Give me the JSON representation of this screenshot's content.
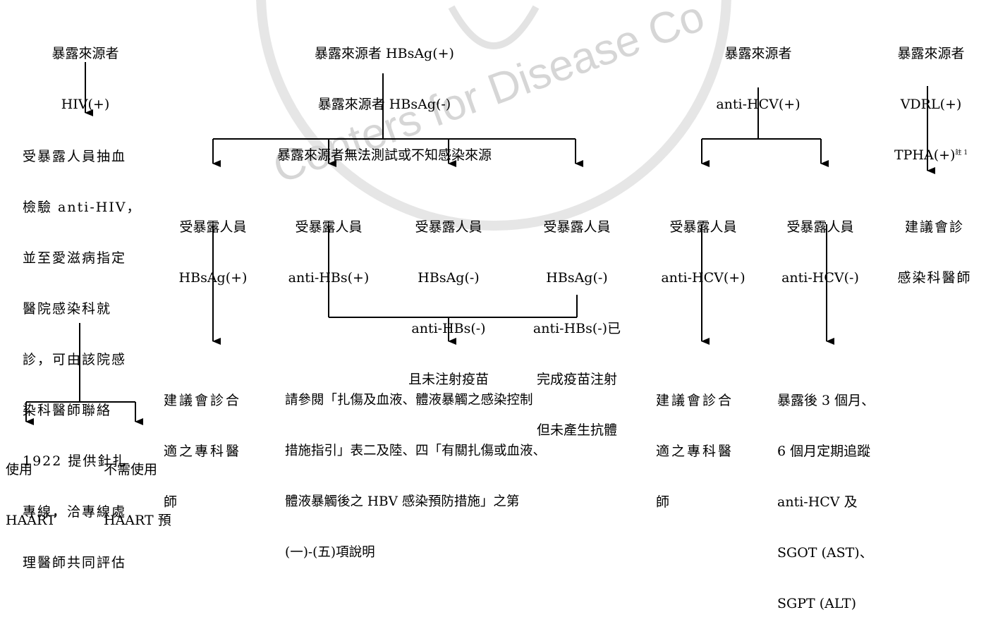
{
  "watermark": "Centers for Disease Co",
  "sources": {
    "hiv": [
      "暴露來源者",
      "HIV(+)"
    ],
    "hbv": [
      "暴露來源者 HBsAg(+)",
      "暴露來源者 HBsAg(-)",
      "暴露來源者無法測試或不知感染來源"
    ],
    "hcv": [
      "暴露來源者",
      "anti-HCV(+)"
    ],
    "syphilis": [
      "暴露來源者",
      "VDRL(+)",
      "TPHA(+)"
    ],
    "syphilis_note": "註 1"
  },
  "hiv_branch": {
    "box": [
      "受暴露人員抽血",
      "檢驗 anti-HIV，",
      "並至愛滋病指定",
      "醫院感染科就",
      "診，可由該院感",
      "染科醫師聯絡",
      "1922 提供針扎",
      "專線，洽專線處",
      "理醫師共同評估"
    ],
    "outcome_use": [
      "使用",
      "HAART"
    ],
    "outcome_no_use": [
      "不需使用",
      "HAART 預"
    ]
  },
  "hbv_branch": {
    "recipients": [
      [
        "受暴露人員",
        "HBsAg(+)"
      ],
      [
        "受暴露人員",
        "anti-HBs(+)"
      ],
      [
        "受暴露人員",
        "HBsAg(-)",
        "anti-HBs(-)",
        "且未注射疫苗"
      ],
      [
        "受暴露人員",
        "HBsAg(-)",
        "anti-HBs(-)已",
        "完成疫苗注射",
        "但未產生抗體"
      ]
    ],
    "outcome_specialist": [
      "建議會診合",
      "適之專科醫",
      "師"
    ],
    "outcome_guideline": [
      "請參閱「扎傷及血液、體液暴觸之感染控制",
      "措施指引」表二及陸、四「有關扎傷或血液、",
      "體液暴觸後之 HBV 感染預防措施」之第",
      "(一)-(五)項說明"
    ]
  },
  "hcv_branch": {
    "recipients": [
      [
        "受暴露人員",
        "anti-HCV(+)"
      ],
      [
        "受暴露人員",
        "anti-HCV(-)"
      ]
    ],
    "outcome_specialist": [
      "建議會診合",
      "適之專科醫",
      "師"
    ],
    "outcome_followup": [
      "暴露後 3 個月、",
      "6 個月定期追蹤",
      "anti-HCV 及",
      "SGOT (AST)、",
      "SGPT (ALT)"
    ]
  },
  "syphilis_branch": {
    "outcome": [
      "建議會診",
      "感染科醫師"
    ]
  }
}
